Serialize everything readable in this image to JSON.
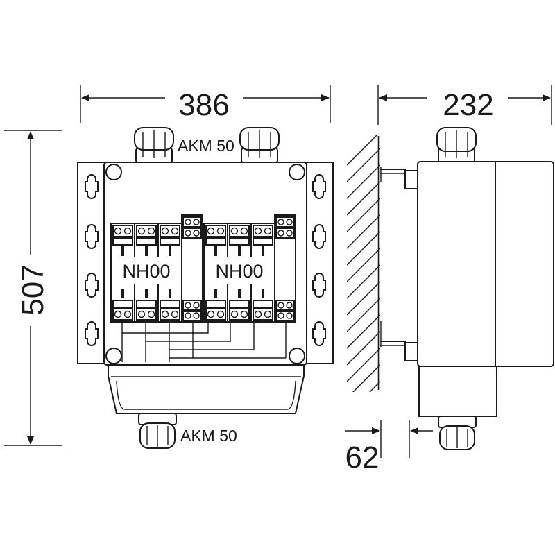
{
  "dimensions": {
    "width": "386",
    "height": "507",
    "depth": "232",
    "offset": "62"
  },
  "labels": {
    "top_gland": "AKM 50",
    "bottom_gland": "AKM 50",
    "fuse_group_left": "NH00",
    "fuse_group_right": "NH00"
  },
  "colors": {
    "line": "#1a1a1a",
    "background": "#ffffff"
  }
}
